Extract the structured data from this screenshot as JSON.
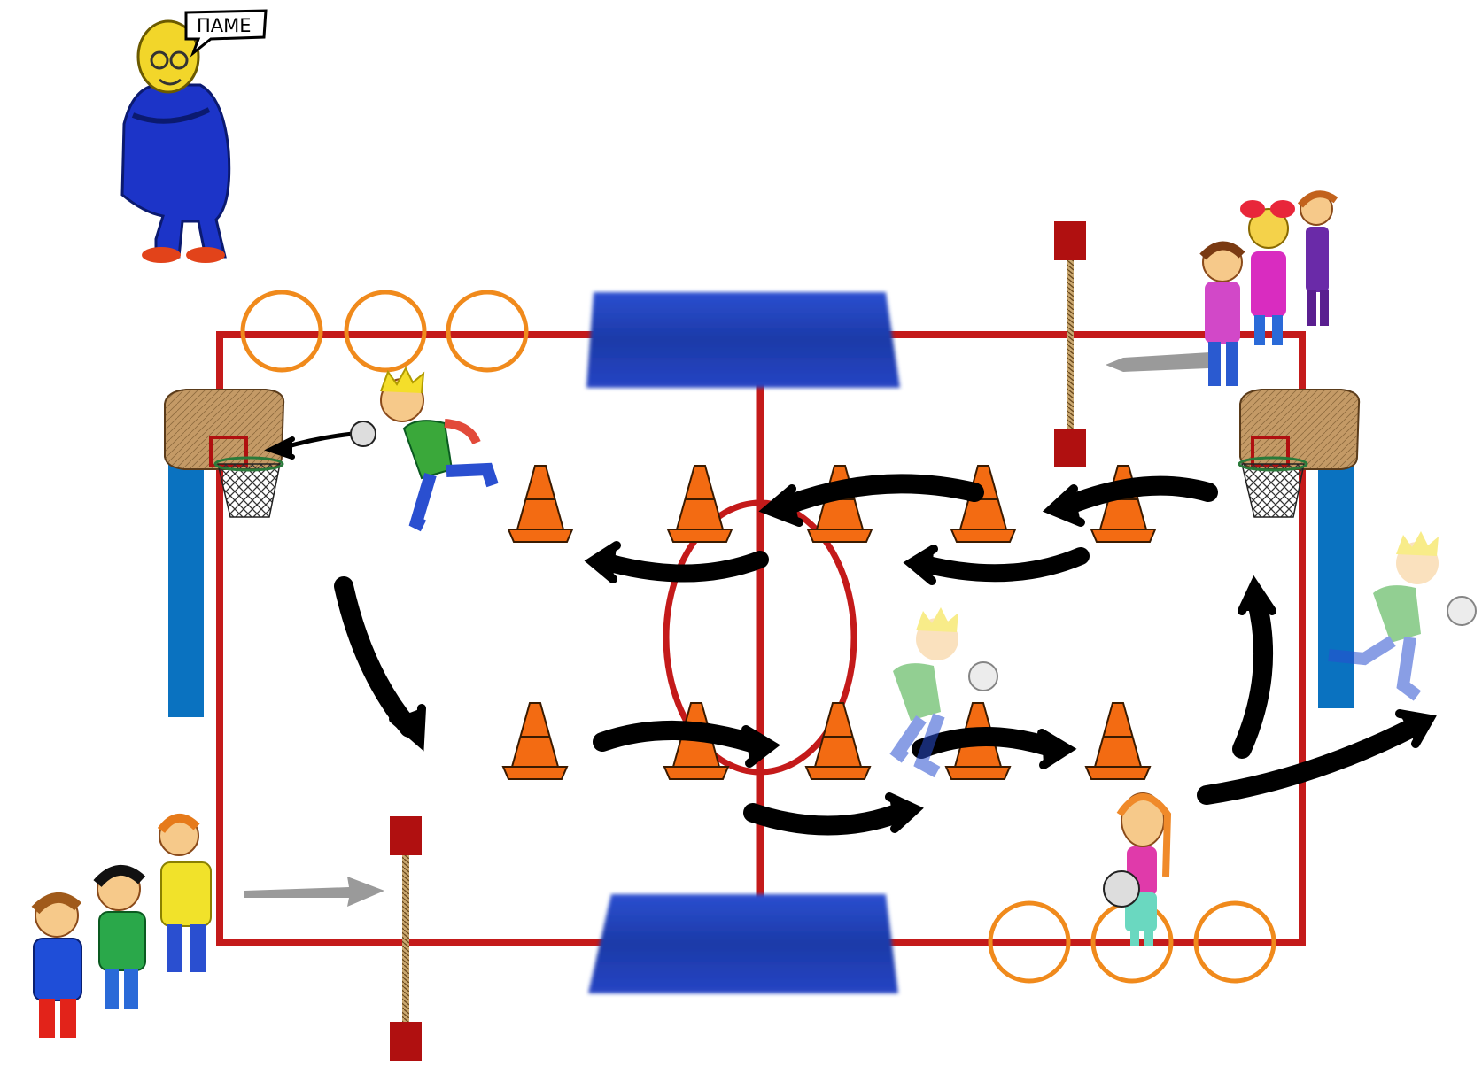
{
  "speech_bubble": {
    "text": "ΠΑΜΕ"
  },
  "colors": {
    "court_line": "#c41a1a",
    "mat": "#1f3fb5",
    "hoop_ring": "#f08a1c",
    "cone": "#f36b12",
    "backboard": "#b48a5a",
    "pole": "#0a72c0",
    "rope_post": "#b01010",
    "arrow": "#000000",
    "entry_arrow": "#9a9a9a"
  },
  "icons": [
    "teacher-figure",
    "speech-bubble",
    "basketball-hoop",
    "mat",
    "cone",
    "hoop-ring",
    "rope-post",
    "ball",
    "student-thrower",
    "student-group"
  ]
}
